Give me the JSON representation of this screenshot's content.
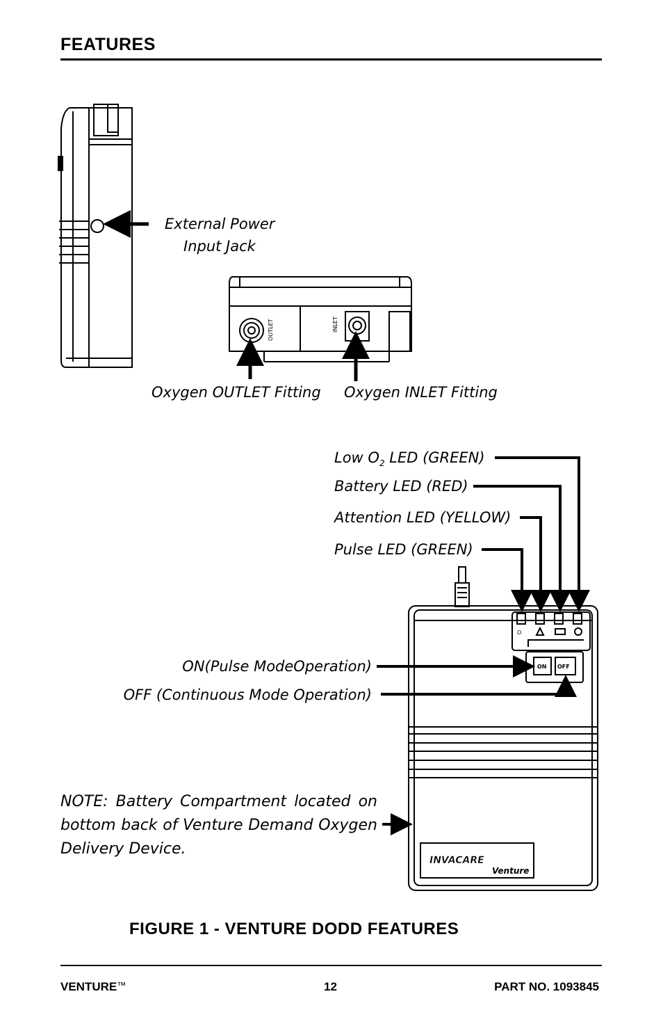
{
  "header": {
    "title": "FEATURES"
  },
  "labels": {
    "external_power": "External Power",
    "input_jack": "Input Jack",
    "outlet_fitting": "Oxygen OUTLET Fitting",
    "inlet_fitting": "Oxygen INLET Fitting",
    "low_o2_prefix": "Low O",
    "low_o2_sub": "2",
    "low_o2_suffix": " LED (GREEN)",
    "battery_led": "Battery LED (RED)",
    "attention_led": "Attention LED (YELLOW)",
    "pulse_led": "Pulse LED (GREEN)",
    "on_mode": "ON(Pulse ModeOperation)",
    "off_mode": "OFF (Continuous Mode Operation)"
  },
  "device_text": {
    "outlet": "OUTLET",
    "inlet": "INLET",
    "on_button": "ON",
    "off_button": "OFF",
    "o2_symbol": "O",
    "brand": "INVACARE",
    "model": "Venture"
  },
  "note": "NOTE: Battery Compartment located on bottom back of Venture Demand Oxygen Delivery Device.",
  "caption": "FIGURE 1  - VENTURE DODD FEATURES",
  "footer": {
    "left": "VENTURE",
    "left_tm": "™",
    "center": "12",
    "right": "PART NO. 1093845"
  }
}
